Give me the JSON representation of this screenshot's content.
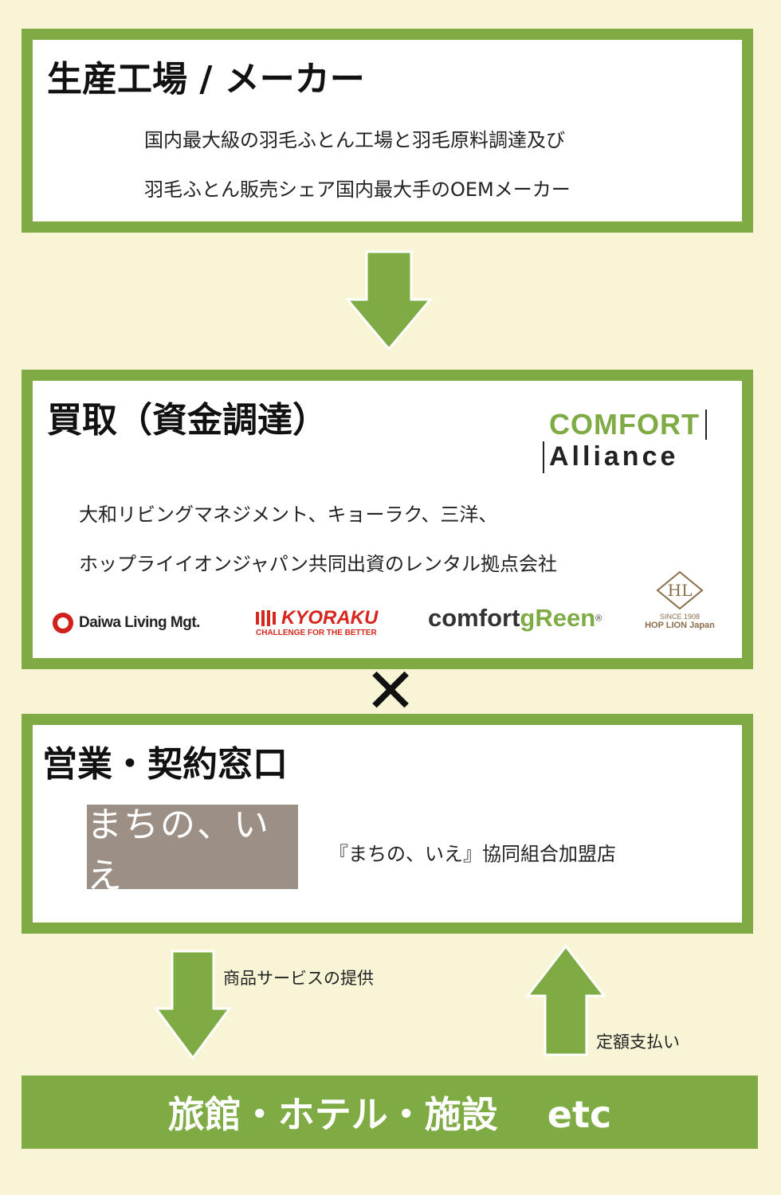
{
  "factory": {
    "title": "生産工場 / メーカー",
    "line1": "国内最大級の羽毛ふとん工場と羽毛原料調達及び",
    "line2": "羽毛ふとん販売シェア国内最大手のOEMメーカー"
  },
  "purchase": {
    "title": "買取（資金調達）",
    "alliance_top": "COMFORT",
    "alliance_bottom": "Alliance",
    "line1": "大和リビングマネジメント、キョーラク、三洋、",
    "line2": "ホップライイオンジャパン共同出資のレンタル拠点会社",
    "logos": {
      "daiwa": "Daiwa Living Mgt.",
      "kyoraku": "KYORAKU",
      "kyoraku_tagline": "CHALLENGE FOR THE BETTER",
      "comfort_green_a": "comfort",
      "comfort_green_b": "gReen",
      "hoplion_mark": "HL",
      "hoplion_since": "SINCE  1908",
      "hoplion_name": "HOP LION Japan"
    }
  },
  "cross_symbol": "✕",
  "sales": {
    "title": "営業・契約窓口",
    "logo_text": "まちの、いえ",
    "desc": "『まちの、いえ』協同組合加盟店"
  },
  "flow": {
    "down_label": "商品サービスの提供",
    "up_label": "定額支払い"
  },
  "bottom": {
    "label": "旅館・ホテル・施設　 etc"
  },
  "colors": {
    "green": "#7fab45",
    "background": "#f8f5d7",
    "machi_logo_bg": "#9b8f86",
    "kyoraku_red": "#d7261e",
    "daiwa_red": "#d0211c",
    "hoplion_brown": "#8a6d4b"
  }
}
